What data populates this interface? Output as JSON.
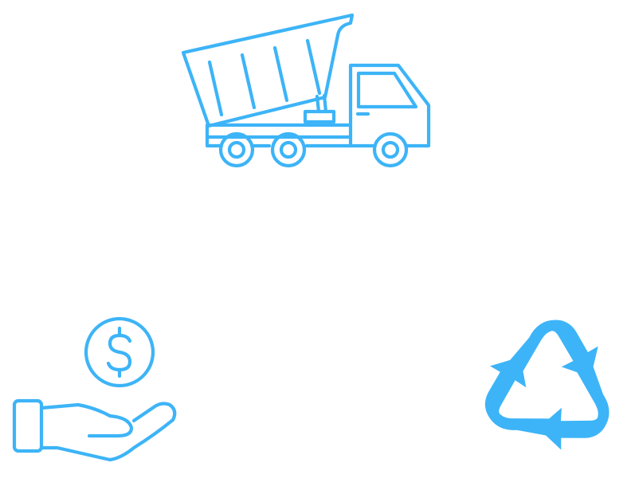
{
  "colors": {
    "accent": "#3db4f7",
    "background": "#ffffff"
  },
  "icons": [
    {
      "key": "truck",
      "name": "dump-truck-icon"
    },
    {
      "key": "money",
      "name": "hand-holding-dollar-icon"
    },
    {
      "key": "recycle",
      "name": "recycle-icon"
    }
  ]
}
